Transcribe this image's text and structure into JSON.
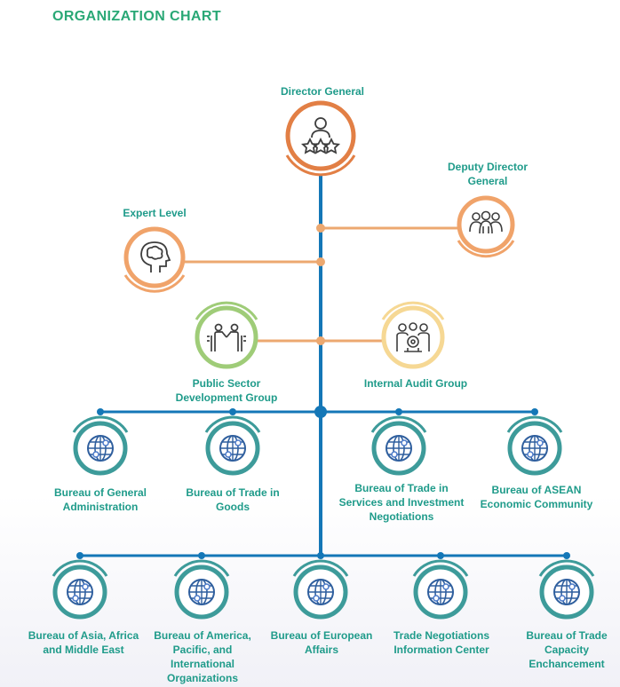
{
  "title": "ORGANIZATION CHART",
  "colors": {
    "title": "#2aa876",
    "label": "#1f9b8a",
    "trunk": "#1477b7",
    "orange_ring": "#e27f45",
    "orange_line": "#eca870",
    "peach_ring": "#f0a36a",
    "green_ring": "#9fcc78",
    "yellow_ring": "#f6d894",
    "teal_ring": "#3d9b9a",
    "icon": "#3e3e3e"
  },
  "nodes": {
    "director_general": {
      "label": "Director General",
      "icon": "person-stars-icon"
    },
    "deputy_director_general": {
      "label": "Deputy Director General",
      "icon": "team-icon"
    },
    "expert_level": {
      "label": "Expert Level",
      "icon": "head-brain-icon"
    },
    "public_sector_development_group": {
      "label": "Public Sector Development Group",
      "icon": "handshake-icon"
    },
    "internal_audit_group": {
      "label": "Internal Audit Group",
      "icon": "team-gear-icon"
    }
  },
  "bureaus_row1": [
    {
      "label": "Bureau of General Administration",
      "icon": "globe-icon"
    },
    {
      "label": "Bureau of Trade in Goods",
      "icon": "globe-icon"
    },
    {
      "label": "Bureau of Trade in Services and Investment Negotiations",
      "icon": "globe-icon"
    },
    {
      "label": "Bureau of ASEAN Economic Community",
      "icon": "globe-icon"
    }
  ],
  "bureaus_row2": [
    {
      "label": "Bureau of Asia, Africa and Middle East",
      "icon": "globe-icon"
    },
    {
      "label": "Bureau of America, Pacific, and International Organizations",
      "icon": "globe-icon"
    },
    {
      "label": "Bureau of European Affairs",
      "icon": "globe-icon"
    },
    {
      "label": "Trade Negotiations Information Center",
      "icon": "globe-icon"
    },
    {
      "label": "Bureau of Trade Capacity Enchancement",
      "icon": "globe-icon"
    }
  ]
}
